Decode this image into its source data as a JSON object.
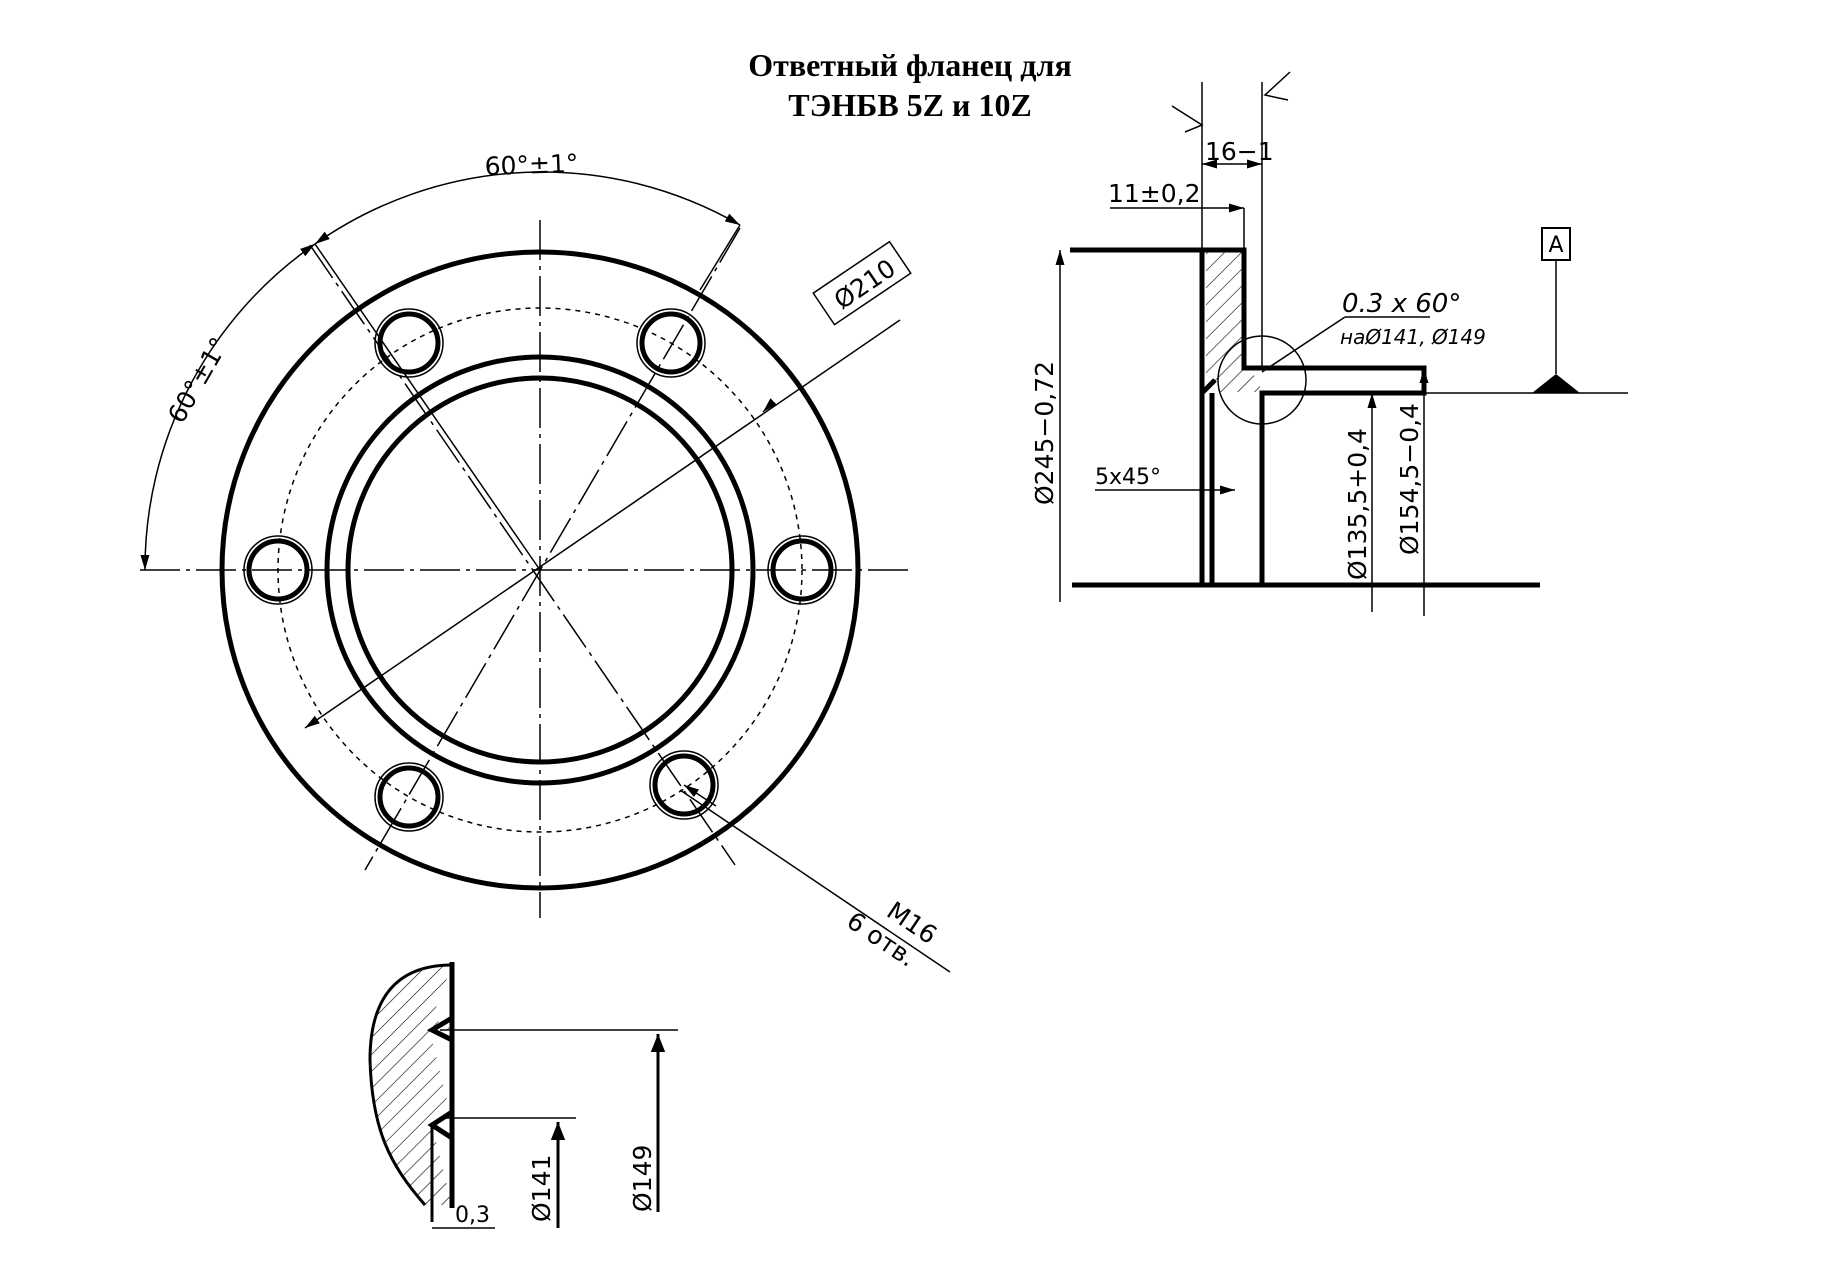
{
  "title": {
    "line1": "Ответный фланец для",
    "line2": "ТЭНБВ 5Z и 10Z"
  },
  "front_view": {
    "angle_top": "60°±1°",
    "angle_left": "60°±1°",
    "bolt_circle": "Ø210",
    "thread_label": "M16",
    "holes_label": "6 отв."
  },
  "section_view": {
    "dim_width": "16−1",
    "dim_hub": "11±0,2",
    "dim_outer": "Ø245−0,72",
    "dim_chamfer": "5x45°",
    "dim_groove": "0.3 x 60°",
    "dim_groove_note": "наØ141, Ø149",
    "dim_bore1": "Ø135,5+0,4",
    "dim_bore2": "Ø154,5−0,4",
    "datum": "A"
  },
  "detail_view": {
    "dim_depth": "0,3",
    "dim_d141": "Ø141",
    "dim_d149": "Ø149"
  }
}
